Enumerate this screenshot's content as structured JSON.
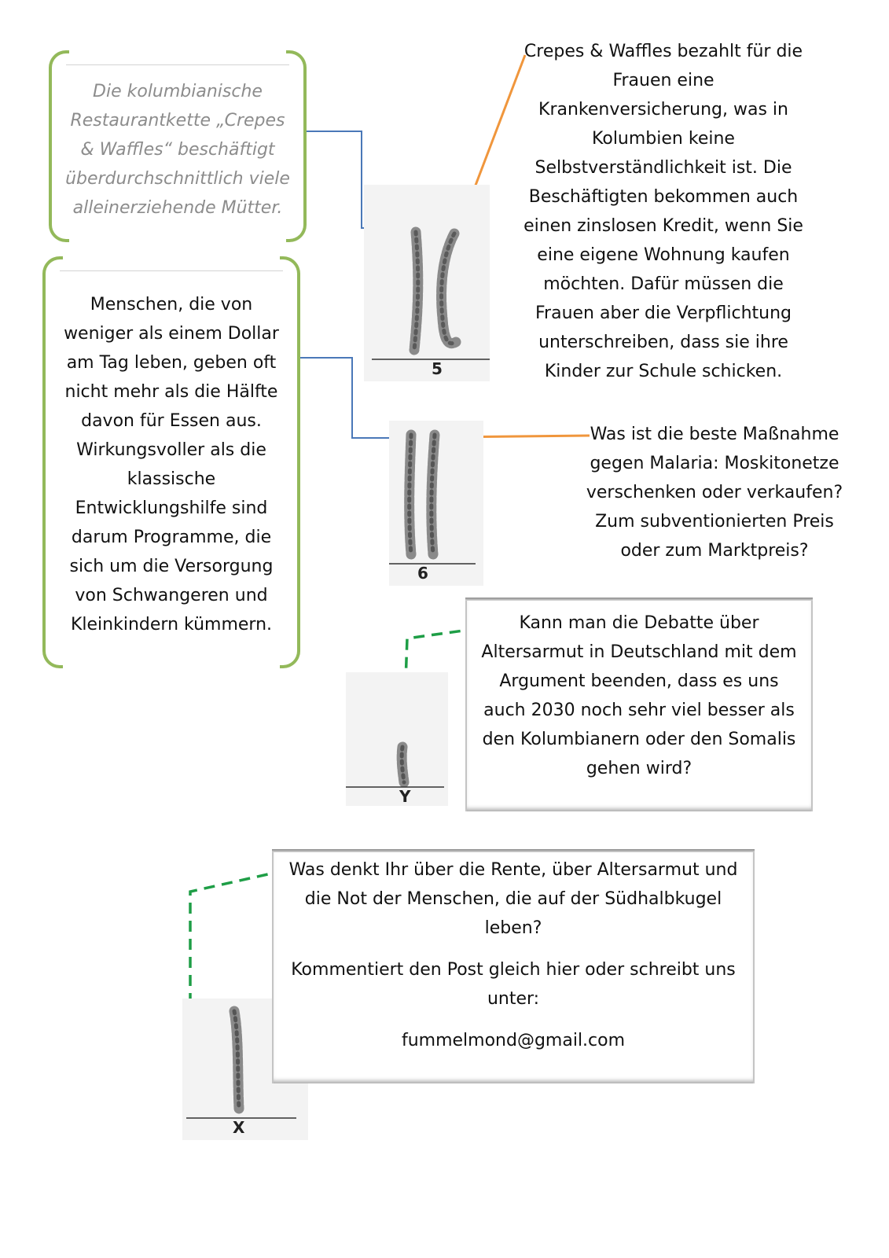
{
  "notes": {
    "colombia": "Die kolumbianische Restaurantkette „Crepes & Waffles“ beschäftigt überdurchschnittlich viele alleinerziehende Mütter.",
    "dollar": "Menschen, die von weniger als einem Dollar am Tag leben, geben oft nicht mehr als die Hälfte davon für Essen aus. Wirkungsvoller als die klassische Entwicklungshilfe sind darum Programme, die sich um die Versorgung von Schwangeren und Kleinkindern kümmern."
  },
  "texts": {
    "insurance": "Crepes & Waffles bezahlt für die Frauen eine Krankenversicherung, was in Kolumbien keine Selbstverständlichkeit ist. Die Beschäftigten bekommen auch einen zinslosen Kredit, wenn Sie eine eigene Wohnung kaufen möchten. Dafür müssen die Frauen aber die Verpflichtung unterschreiben, dass sie ihre Kinder zur Schule schicken.",
    "malaria": "Was ist die beste Maßnahme gegen Malaria: Moskitonetze verschenken oder verkaufen? Zum subventionierten Preis oder zum Marktpreis?"
  },
  "cards": {
    "altersarmut": "Kann man die Debatte über Altersarmut in Deutschland mit dem Argument beenden, dass es uns auch 2030 noch sehr viel besser als den Kolumbianern oder den Somalis gehen wird?",
    "rente_question": "Was denkt Ihr über die Rente, über Altersarmut und die Not der Menschen, die auf der Südhalbkugel leben?",
    "comment_prompt": "Kommentiert den Post gleich hier oder schreibt uns unter:",
    "email": "fummelmond@gmail.com"
  },
  "chromosomes": {
    "c5": "5",
    "c6": "6",
    "cY": "Y",
    "cX": "X"
  },
  "colors": {
    "brace": "#93b95a",
    "arrow": "#4a78b8",
    "orange_line": "#f0963c",
    "dashed": "#1e9e46"
  }
}
